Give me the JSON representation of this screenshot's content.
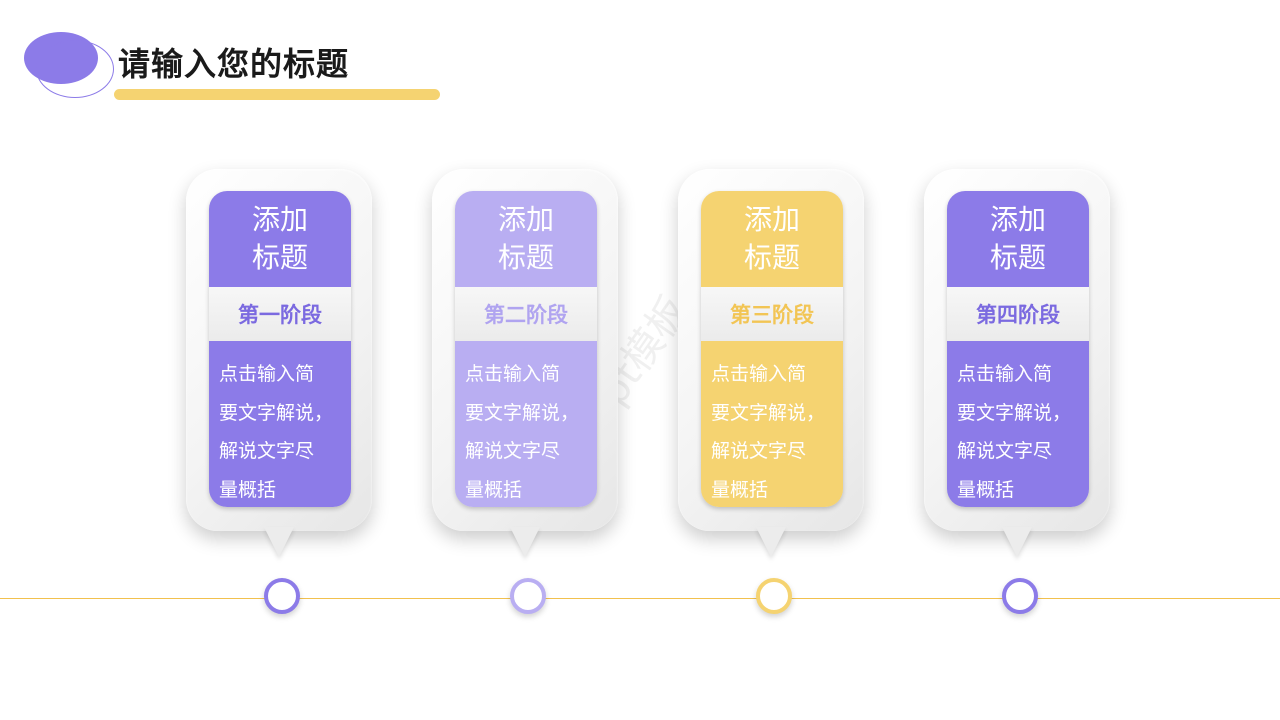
{
  "header": {
    "title": "请输入您的标题"
  },
  "watermark": {
    "text": "ppt模板"
  },
  "colors": {
    "purple": "#8c7be8",
    "light_purple": "#b9aef2",
    "yellow": "#f5d371",
    "timeline": "#f2c14e"
  },
  "cards": [
    {
      "title_line1": "添加",
      "title_line2": "标题",
      "stage": "第一阶段",
      "desc": [
        "点击输入简",
        "要文字解说，",
        "解说文字尽",
        "量概括"
      ],
      "color": "#8c7be8",
      "stage_color": "#7b6ae0"
    },
    {
      "title_line1": "添加",
      "title_line2": "标题",
      "stage": "第二阶段",
      "desc": [
        "点击输入简",
        "要文字解说，",
        "解说文字尽",
        "量概括"
      ],
      "color": "#b9aef2",
      "stage_color": "#b0a4f0"
    },
    {
      "title_line1": "添加",
      "title_line2": "标题",
      "stage": "第三阶段",
      "desc": [
        "点击输入简",
        "要文字解说，",
        "解说文字尽",
        "量概括"
      ],
      "color": "#f5d371",
      "stage_color": "#f2c555"
    },
    {
      "title_line1": "添加",
      "title_line2": "标题",
      "stage": "第四阶段",
      "desc": [
        "点击输入简",
        "要文字解说，",
        "解说文字尽",
        "量概括"
      ],
      "color": "#8c7be8",
      "stage_color": "#7b6ae0"
    }
  ]
}
